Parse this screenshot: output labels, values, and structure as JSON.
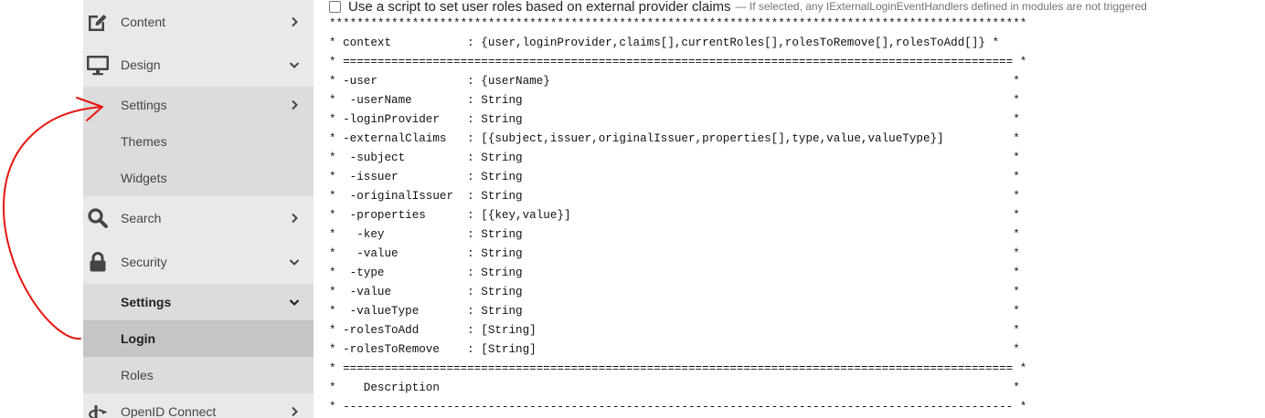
{
  "sidebar": {
    "items": [
      {
        "label": "Content",
        "icon": "edit-icon",
        "expanded": false
      },
      {
        "label": "Design",
        "icon": "monitor-icon",
        "expanded": true
      },
      {
        "label": "Settings",
        "expanded": false
      },
      {
        "label": "Themes"
      },
      {
        "label": "Widgets"
      },
      {
        "label": "Search",
        "icon": "search-icon",
        "expanded": false
      },
      {
        "label": "Security",
        "icon": "lock-icon",
        "expanded": true
      },
      {
        "label": "Settings",
        "expanded": true
      },
      {
        "label": "Login",
        "active": true
      },
      {
        "label": "Roles"
      },
      {
        "label": "OpenID Connect",
        "icon": "openid-icon",
        "expanded": false
      }
    ]
  },
  "option": {
    "label": "Use a script to set user roles based on external provider claims",
    "help": "— If selected, any IExternalLoginEventHandlers defined in modules are not triggered",
    "checked": false
  },
  "script_doc": {
    "lines": [
      "*****************************************************************************************************",
      "* context           : {user,loginProvider,claims[],currentRoles[],rolesToRemove[],rolesToAdd[]} *",
      "* ================================================================================================= *",
      "* -user             : {userName}                                                                   *",
      "*  -userName        : String                                                                       *",
      "* -loginProvider    : String                                                                       *",
      "* -externalClaims   : [{subject,issuer,originalIssuer,properties[],type,value,valueType}]          *",
      "*  -subject         : String                                                                       *",
      "*  -issuer          : String                                                                       *",
      "*  -originalIssuer  : String                                                                       *",
      "*  -properties      : [{key,value}]                                                                *",
      "*   -key            : String                                                                       *",
      "*   -value          : String                                                                       *",
      "*  -type            : String                                                                       *",
      "*  -value           : String                                                                       *",
      "*  -valueType       : String                                                                       *",
      "* -rolesToAdd       : [String]                                                                     *",
      "* -rolesToRemove    : [String]                                                                     *",
      "* ================================================================================================= *",
      "*    Description                                                                                   *",
      "* ------------------------------------------------------------------------------------------------- *"
    ]
  },
  "colors": {
    "sidebar_bg": "#e9e9e9",
    "submenu_bg": "#dcdcdc",
    "active_bg": "#c5c5c5",
    "annotation": "#e8140f"
  }
}
